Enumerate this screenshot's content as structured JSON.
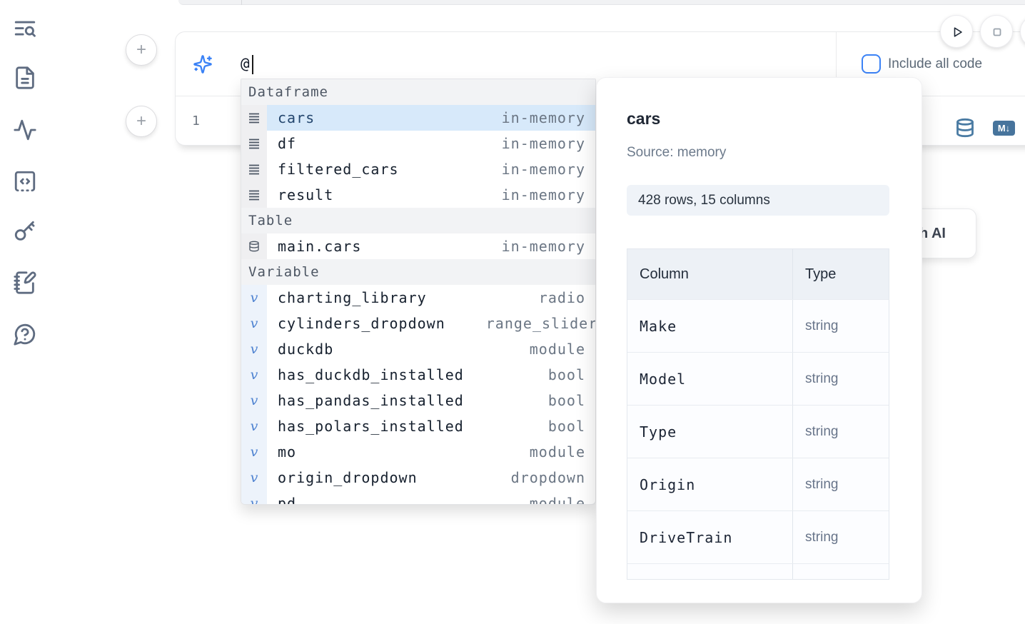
{
  "ui": {
    "plus": "+",
    "markdown_badge": "M↓",
    "variable_glyph": "v"
  },
  "prompt": {
    "value": "@"
  },
  "header_controls": {
    "include_all_code_label": "Include all code",
    "include_all_code_checked": false
  },
  "code_cell": {
    "line_number": "1"
  },
  "completion": {
    "sections": [
      {
        "label": "Dataframe",
        "items": [
          {
            "name": "cars",
            "type": "in-memory",
            "selected": true
          },
          {
            "name": "df",
            "type": "in-memory"
          },
          {
            "name": "filtered_cars",
            "type": "in-memory"
          },
          {
            "name": "result",
            "type": "in-memory"
          }
        ]
      },
      {
        "label": "Table",
        "items": [
          {
            "name": "main.cars",
            "type": "in-memory"
          }
        ]
      },
      {
        "label": "Variable",
        "items": [
          {
            "name": "charting_library",
            "type": "radio"
          },
          {
            "name": "cylinders_dropdown",
            "type": "range_slider"
          },
          {
            "name": "duckdb",
            "type": "module"
          },
          {
            "name": "has_duckdb_installed",
            "type": "bool"
          },
          {
            "name": "has_pandas_installed",
            "type": "bool"
          },
          {
            "name": "has_polars_installed",
            "type": "bool"
          },
          {
            "name": "mo",
            "type": "module"
          },
          {
            "name": "origin_dropdown",
            "type": "dropdown"
          },
          {
            "name": "pd",
            "type": "module"
          }
        ]
      }
    ]
  },
  "preview": {
    "title": "cars",
    "source": "Source: memory",
    "shape": "428 rows, 15 columns",
    "table": {
      "col_header": "Column",
      "type_header": "Type",
      "rows": [
        {
          "column": "Make",
          "type": "string"
        },
        {
          "column": "Model",
          "type": "string"
        },
        {
          "column": "Type",
          "type": "string"
        },
        {
          "column": "Origin",
          "type": "string"
        },
        {
          "column": "DriveTrain",
          "type": "string"
        }
      ]
    }
  },
  "ai_button": {
    "label": "Generate with AI"
  },
  "colors": {
    "accent": "#3b82f6",
    "selection": "#d7e9fa",
    "icon_slate": "#5f6c81",
    "steel_blue": "#4a7ba3"
  }
}
